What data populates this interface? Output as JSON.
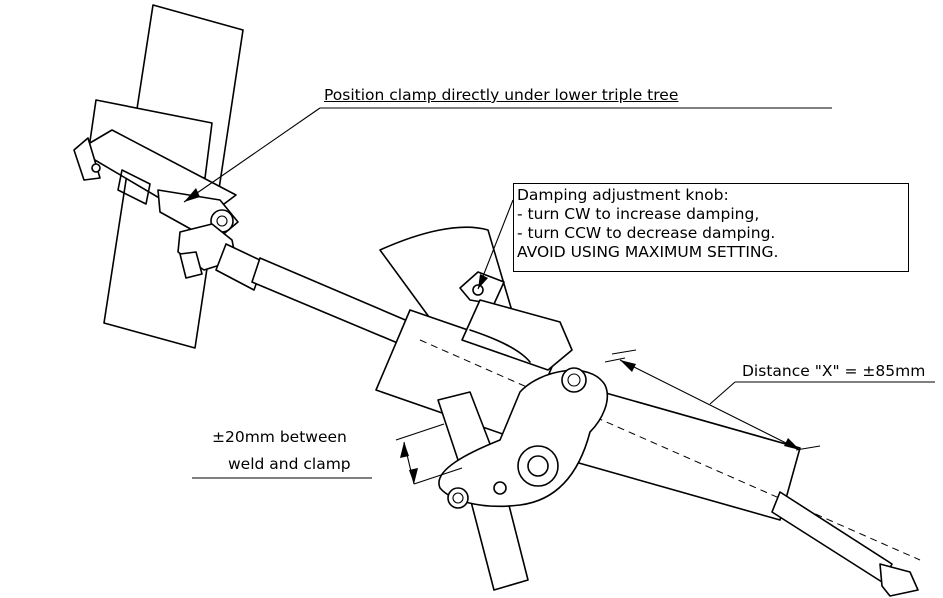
{
  "annotations": {
    "clamp_position": "Position clamp directly under lower triple tree",
    "damping_knob": {
      "title": "Damping adjustment knob:",
      "line_cw": "- turn CW to increase damping,",
      "line_ccw": "- turn CCW to decrease damping.",
      "warning": "AVOID USING MAXIMUM SETTING."
    },
    "distance_x": "Distance \"X\" =  ±85mm",
    "weld_clamp_line1": "±20mm between",
    "weld_clamp_line2": "weld and clamp"
  }
}
